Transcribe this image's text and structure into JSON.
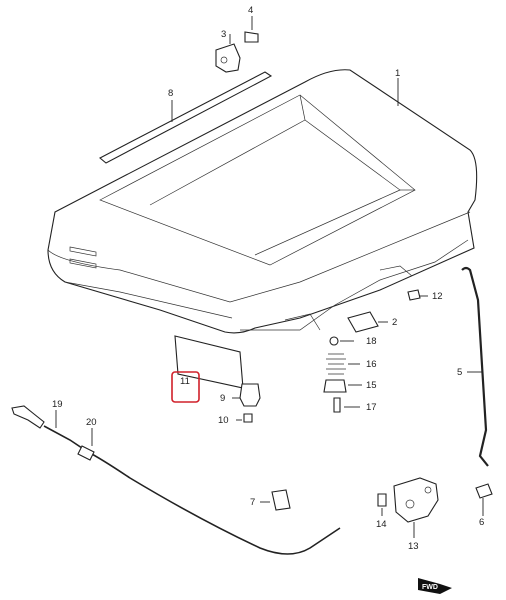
{
  "callouts": {
    "c1": "1",
    "c2": "2",
    "c3": "3",
    "c4": "4",
    "c5": "5",
    "c6": "6",
    "c7": "7",
    "c8": "8",
    "c9": "9",
    "c10": "10",
    "c11": "11",
    "c12": "12",
    "c13": "13",
    "c14": "14",
    "c15": "15",
    "c16": "16",
    "c17": "17",
    "c18": "18",
    "c19": "19",
    "c20": "20"
  },
  "direction_tag": "FWD",
  "highlight_color": "#d0202a"
}
